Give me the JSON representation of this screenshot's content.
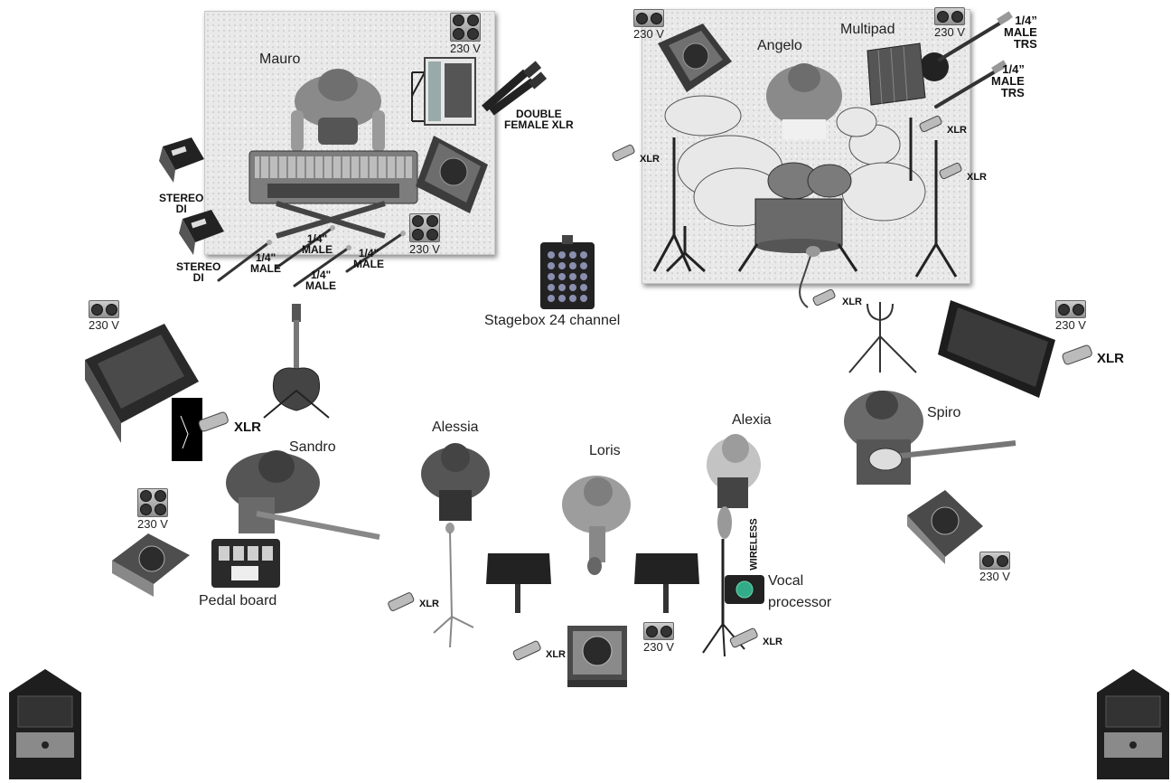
{
  "musicians": {
    "mauro": "Mauro",
    "angelo": "Angelo",
    "sandro": "Sandro",
    "alessia": "Alessia",
    "loris": "Loris",
    "alexia": "Alexia",
    "spiro": "Spiro"
  },
  "equipment": {
    "multipad": "Multipad",
    "stagebox": "Stagebox 24 channel",
    "pedal_board": "Pedal board",
    "vocal_processor_line1": "Vocal",
    "vocal_processor_line2": "processor",
    "wireless": "WIRELESS"
  },
  "connectors": {
    "double_female_xlr_line1": "DOUBLE",
    "double_female_xlr_line2": "FEMALE XLR",
    "stereo_di_line1": "STEREO",
    "stereo_di_line2": "DI",
    "quarter_inch": "1/4\"",
    "male": "MALE",
    "trs_quote_line1": "1/4”",
    "trs_male": "MALE",
    "trs": "TRS",
    "xlr": "XLR"
  },
  "power": {
    "voltage": "230 V"
  },
  "colors": {
    "riser": "#e9e9e9",
    "equipment_dark": "#2b2b2b",
    "cymbal": "#e8e8e8",
    "text": "#222222"
  }
}
